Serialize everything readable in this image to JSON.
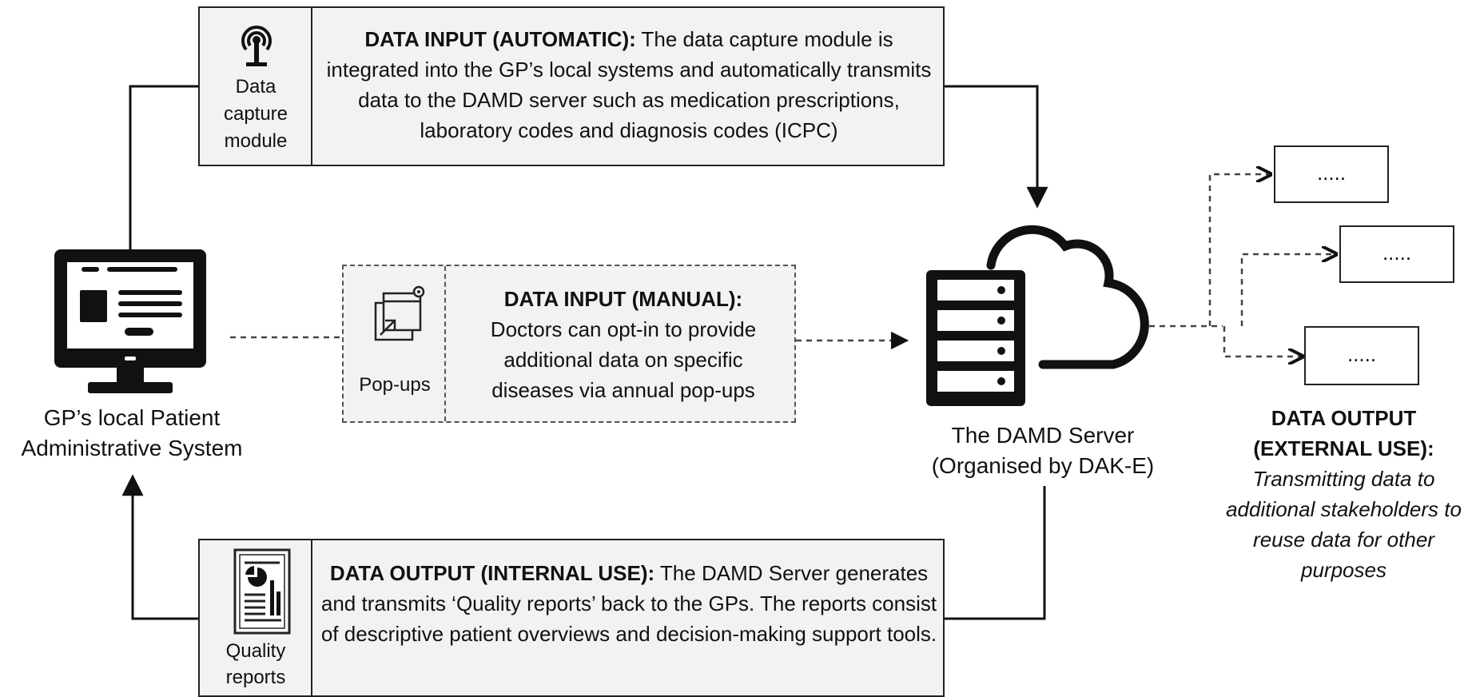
{
  "auto_input": {
    "icon_label": "Data capture module",
    "heading": "DATA INPUT (AUTOMATIC):",
    "text": "The data capture module is integrated into the GP’s local systems and automatically transmits data to the DAMD server such as medication prescriptions, laboratory codes and diagnosis codes (ICPC)"
  },
  "manual_input": {
    "icon_label": "Pop-ups",
    "heading": "DATA INPUT (MANUAL):",
    "text": "Doctors can opt-in to provide additional data on specific diseases via annual pop-ups"
  },
  "internal_output": {
    "icon_label": "Quality reports",
    "heading": "DATA OUTPUT (INTERNAL USE):",
    "text": "The DAMD Server generates and transmits ‘Quality reports’ back to the GPs. The reports consist of descriptive patient overviews and decision-making support tools."
  },
  "gp_system": {
    "label_line1": "GP’s local Patient",
    "label_line2": "Administrative System"
  },
  "server": {
    "label_line1": "The DAMD Server",
    "label_line2": "(Organised by DAK-E)"
  },
  "external_output": {
    "heading_line1": "DATA OUTPUT",
    "heading_line2": "(EXTERNAL USE):",
    "text": "Transmitting data to additional stakeholders to reuse data for other purposes",
    "boxes": [
      ".....",
      ".....",
      "....."
    ]
  },
  "colors": {
    "box_fill": "#f2f2f2",
    "line": "#111111",
    "dashed_line": "#444444"
  }
}
